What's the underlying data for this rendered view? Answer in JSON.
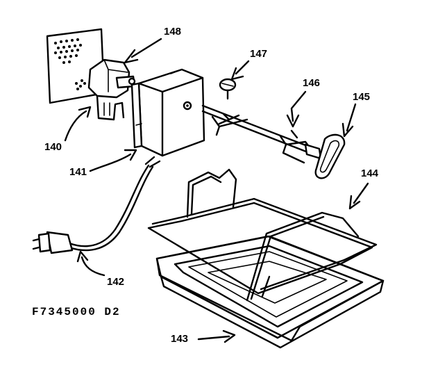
{
  "parts": [
    {
      "id": "140"
    },
    {
      "id": "141"
    },
    {
      "id": "142"
    },
    {
      "id": "143"
    },
    {
      "id": "144"
    },
    {
      "id": "145"
    },
    {
      "id": "146"
    },
    {
      "id": "147"
    },
    {
      "id": "148"
    }
  ],
  "diagram_code": "F7345000 D2"
}
